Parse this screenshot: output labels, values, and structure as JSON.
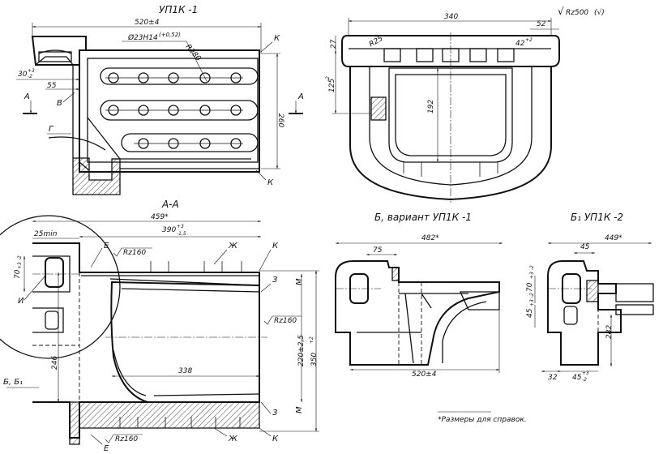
{
  "views": {
    "top_left": {
      "title": "УП1К -1"
    },
    "section_aa": {
      "title": "А-А"
    },
    "view_b": {
      "title": "Б, вариант УП1К -1"
    },
    "view_b1": {
      "title": "Б₁  УП1К -2"
    }
  },
  "roughness": {
    "general": "Rz500",
    "symbol": "√"
  },
  "note": "*Размеры для справок.",
  "dims": {
    "d520": "520±4",
    "hole": "Ø23H14",
    "hole_tol": "(+0,52)",
    "r280": "R280",
    "d30": "30",
    "d30_tol": "+3\n-2",
    "d55": "55",
    "d260": "260",
    "d340": "340",
    "d27": "27",
    "d52": "52",
    "d42": "42",
    "d42_tol": "+2",
    "r25": "R25",
    "d125": "125",
    "d125_tol": "-2",
    "d192": "192",
    "d459": "459*",
    "d390": "390",
    "d390_tol_up": "+3",
    "d390_tol_dn": "-1,5",
    "d25min": "25min",
    "d70": "70",
    "d70_tol": "+3\n-2",
    "rz160a": "Rz160",
    "rz160b": "Rz160",
    "rz160c": "Rz160",
    "d338": "338",
    "d246": "246",
    "d220": "220±2,5",
    "d350": "350",
    "d350_tol": "+2",
    "d482": "482*",
    "d75": "75",
    "d520b": "520±4",
    "d449": "449*",
    "d45": "45",
    "d45b": "45",
    "d45_tol": "+3\n-2",
    "d70b": "70",
    "d282": "282",
    "d32": "32",
    "d45c": "45",
    "d45c_tol": "+3\n-2"
  },
  "labels": {
    "A1": "А",
    "A2": "А",
    "V": "В",
    "G": "Г",
    "K1": "К",
    "K2": "К",
    "K3": "К",
    "K4": "К",
    "E1": "Е",
    "E2": "Е",
    "Zh1": "Ж",
    "Zh2": "Ж",
    "Z1": "З",
    "Z2": "З",
    "M1": "М",
    "M2": "М",
    "I": "И",
    "BB1": "Б, Б₁"
  }
}
